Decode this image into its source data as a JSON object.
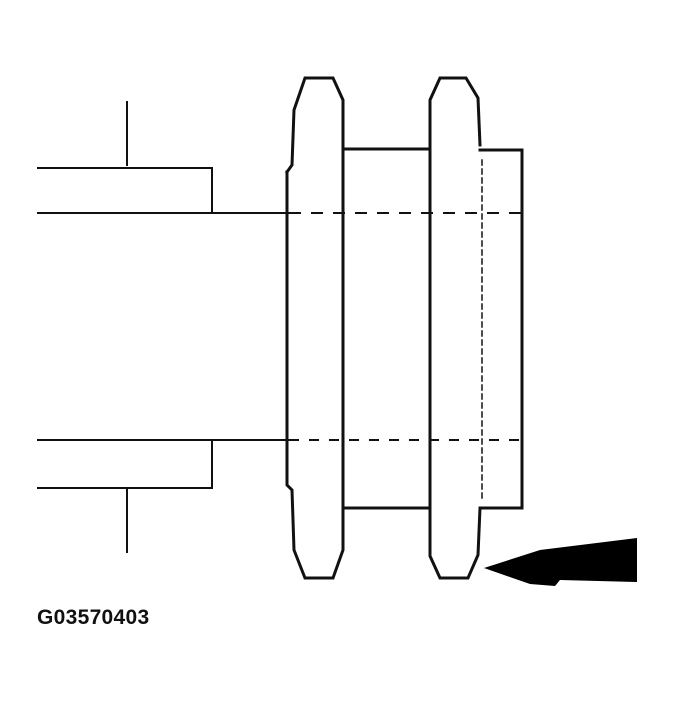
{
  "figure": {
    "id_label": "G03570403",
    "colors": {
      "line": "#111111",
      "background": "#ffffff",
      "arrow": "#000000"
    }
  },
  "parts": [
    {
      "name": "upper-shaft-bracket",
      "description": "stepped bracket outline above centerline"
    },
    {
      "name": "lower-shaft-bracket",
      "description": "stepped bracket outline below centerline"
    },
    {
      "name": "left-flange",
      "description": "left ring flange of bushing"
    },
    {
      "name": "right-flange",
      "description": "right ring flange of bushing"
    },
    {
      "name": "bushing-body",
      "description": "cylindrical body between flanges"
    },
    {
      "name": "end-sleeve",
      "description": "sleeve extending right of right flange"
    },
    {
      "name": "pointer-arrow",
      "description": "large black arrow pointing left at right flange"
    }
  ]
}
